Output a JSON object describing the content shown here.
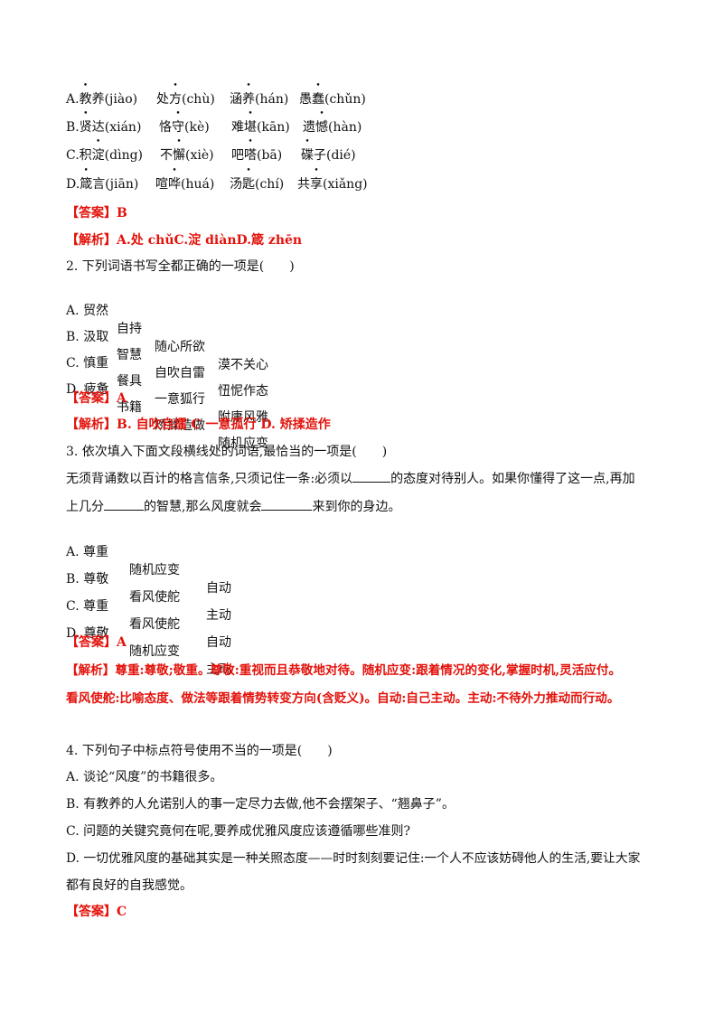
{
  "q1": {
    "options": [
      {
        "cells": [
          {
            "pre": "A.",
            "dot": "教",
            "post": "养(jiào)"
          },
          {
            "pre": "处",
            "dot": "方",
            "post": "(chù)"
          },
          {
            "pre": "涵",
            "dot": "养",
            "post": "(hán)"
          },
          {
            "pre": "愚",
            "dot": "蠢",
            "post": "(chǔn)"
          }
        ]
      },
      {
        "cells": [
          {
            "pre": "B.",
            "dot": "贤",
            "post": "达(xián)"
          },
          {
            "pre": "恪",
            "dot": "守",
            "post": "(kè)"
          },
          {
            "pre": "难",
            "dot": "堪",
            "post": "(kān)"
          },
          {
            "pre": "遗",
            "dot": "憾",
            "post": "(hàn)"
          }
        ]
      },
      {
        "cells": [
          {
            "pre": "C.积",
            "dot": "淀",
            "post": "(dìng)"
          },
          {
            "pre": "不",
            "dot": "懈",
            "post": "(xiè)"
          },
          {
            "pre": "吧",
            "dot": "嗒",
            "post": "(bā)"
          },
          {
            "pre": "",
            "dot": "碟",
            "post": "子(dié)"
          }
        ]
      },
      {
        "cells": [
          {
            "pre": "D.",
            "dot": "箴",
            "post": "言(jiān)"
          },
          {
            "pre": "喧",
            "dot": "哗",
            "post": "(huá)"
          },
          {
            "pre": "汤",
            "dot": "匙",
            "post": "(chí)"
          },
          {
            "pre": "共",
            "dot": "享",
            "post": "(xiǎng)"
          }
        ]
      }
    ],
    "answer": "【答案】B",
    "analysis": "【解析】A.处 chǔC.淀 diànD.箴 zhēn"
  },
  "q2": {
    "stem": "2. 下列词语书写全都正确的一项是(　　)",
    "options": [
      [
        "A. 贸然",
        "自持",
        "随心所欲",
        "漠不关心"
      ],
      [
        "B. 汲取",
        "智慧",
        "自吹自雷",
        "忸怩作态"
      ],
      [
        "C. 慎重",
        "餐具",
        "一意狐行",
        "附庸风雅"
      ],
      [
        "D. 疲惫",
        "书籍",
        "矫揉造做",
        "随机应变"
      ]
    ],
    "answer": "【答案】A",
    "analysis": "【解析】B. 自吹自擂 C 一意孤行 D. 矫揉造作"
  },
  "q3": {
    "stem": "3. 依次填入下面文段横线处的词语,最恰当的一项是(　　)",
    "passage1a": "无须背诵数以百计的格言信条,只须记住一条:必须以",
    "passage1b": "的态度对待别人。如果你懂得了这一点,再加",
    "passage2a": "上几分",
    "passage2b": "的智慧,那么风度就会",
    "passage2c": "来到你的身边。",
    "options": [
      [
        "A. 尊重",
        "随机应变",
        "自动"
      ],
      [
        "B. 尊敬",
        "看风使舵",
        "主动"
      ],
      [
        "C. 尊重",
        "看风使舵",
        "自动"
      ],
      [
        "D. 尊敬",
        "随机应变",
        "主动"
      ]
    ],
    "answer": "【答案】A",
    "analysis1": "【解析】尊重:尊敬;敬重。尊敬:重视而且恭敬地对待。随机应变:跟着情况的变化,掌握时机,灵活应付。",
    "analysis2": "看风使舵:比喻态度、做法等跟着情势转变方向(含贬义)。自动:自己主动。主动:不待外力推动而行动。"
  },
  "q4": {
    "stem": "4. 下列句子中标点符号使用不当的一项是(　　)",
    "optA": "A. 谈论“风度”的书籍很多。",
    "optB": "B. 有教养的人允诺别人的事一定尽力去做,他不会摆架子、“翘鼻子”。",
    "optC": "C. 问题的关键究竟何在呢,要养成优雅风度应该遵循哪些准则?",
    "optD1": "D. 一切优雅风度的基础其实是一种关照态度——时时刻刻要记住:一个人不应该妨碍他人的生活,要让大家",
    "optD2": "都有良好的自我感觉。",
    "answer": "【答案】C"
  }
}
